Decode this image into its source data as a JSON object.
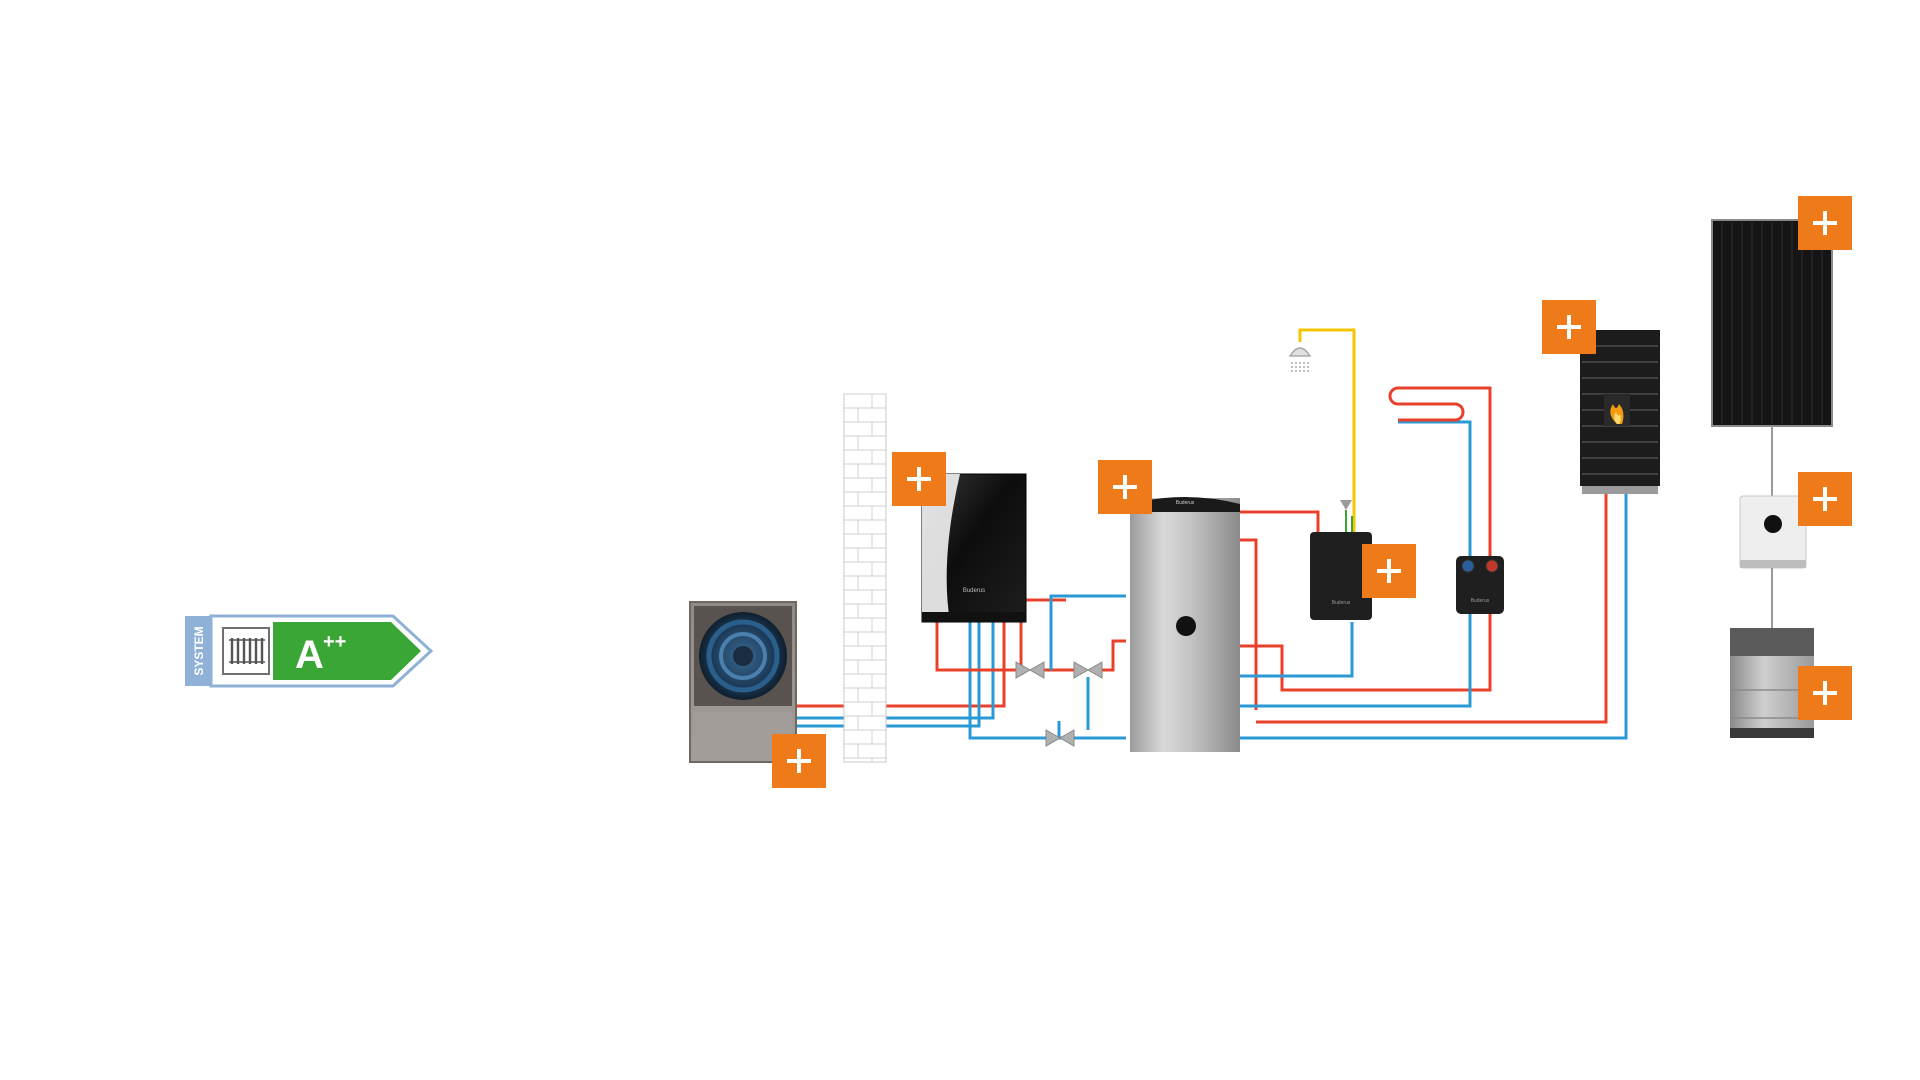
{
  "energy_label": {
    "side_text": "SYSTEM",
    "rating": "A",
    "rating_suffix": "++",
    "icon": "radiator-icon"
  },
  "components": [
    {
      "id": "air-heat-pump",
      "icon": "fan-icon"
    },
    {
      "id": "chimney",
      "icon": "brick-wall-icon"
    },
    {
      "id": "wall-boiler",
      "brand": "Buderus"
    },
    {
      "id": "storage-tank",
      "brand": "Buderus"
    },
    {
      "id": "fresh-water-station",
      "brand": "Buderus"
    },
    {
      "id": "shower",
      "icon": "shower-icon"
    },
    {
      "id": "underfloor-heating",
      "icon": "heating-coil-icon"
    },
    {
      "id": "heating-circuit-module",
      "brand": "Buderus"
    },
    {
      "id": "pellet-stove",
      "icon": "flame-icon"
    },
    {
      "id": "pv-module",
      "icon": "solar-panel-icon"
    },
    {
      "id": "inverter",
      "icon": "inverter-icon"
    },
    {
      "id": "battery-storage",
      "icon": "battery-icon"
    }
  ],
  "hotspots": [
    {
      "id": "heat-pump",
      "symbol": "+"
    },
    {
      "id": "wall-boiler",
      "symbol": "+"
    },
    {
      "id": "storage-tank",
      "symbol": "+"
    },
    {
      "id": "fresh-water-station",
      "symbol": "+"
    },
    {
      "id": "pellet-stove",
      "symbol": "+"
    },
    {
      "id": "pv-module",
      "symbol": "+"
    },
    {
      "id": "inverter",
      "symbol": "+"
    },
    {
      "id": "battery-storage",
      "symbol": "+"
    }
  ],
  "colors": {
    "supply": "#e8412b",
    "return": "#2a9ad6",
    "hot_water": "#f7c400",
    "hotspot": "#ef7a1a",
    "label_green": "#3aa635",
    "label_blue": "#8fb1d8"
  }
}
